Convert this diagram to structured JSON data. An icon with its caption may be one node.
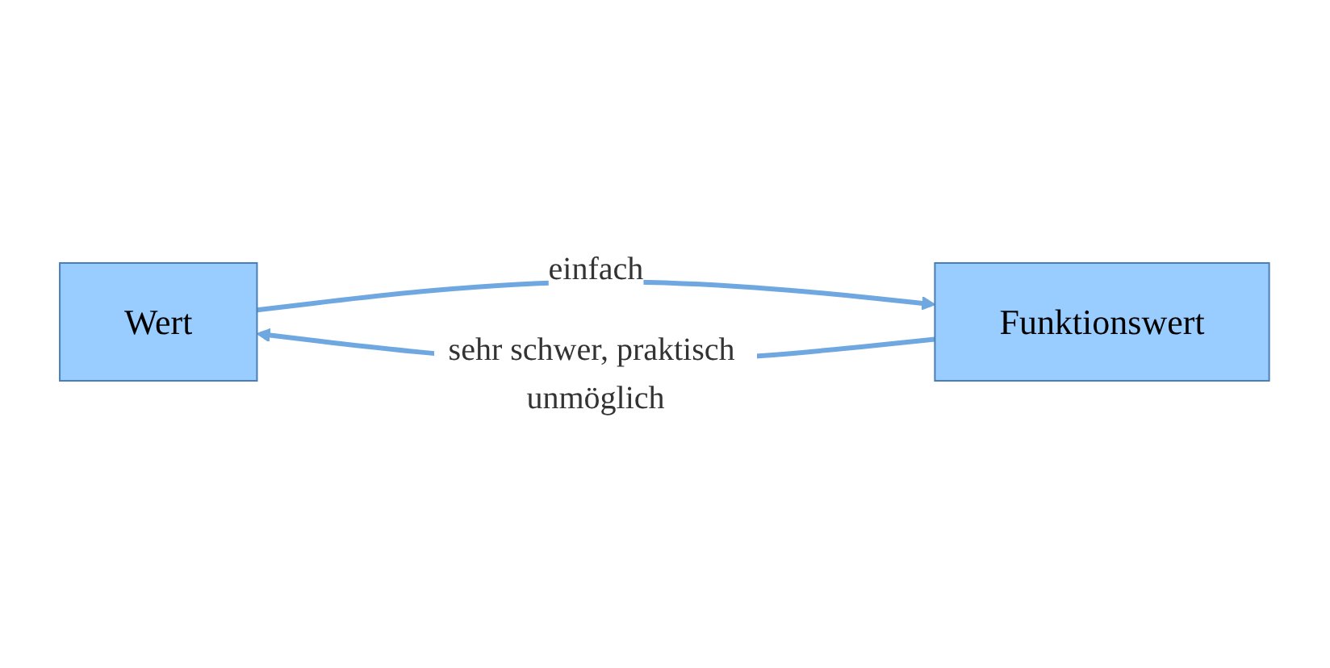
{
  "diagram": {
    "nodes": [
      {
        "text": [
          "Wert"
        ]
      },
      {
        "text": [
          "Funktionswert"
        ]
      }
    ],
    "edges": [
      {
        "from": 0,
        "to": 1,
        "arrow": "to",
        "label": "einfach"
      },
      {
        "from": 1,
        "to": 0,
        "arrow": "to",
        "label": "sehr schwer, praktisch unmöglich"
      }
    ]
  }
}
